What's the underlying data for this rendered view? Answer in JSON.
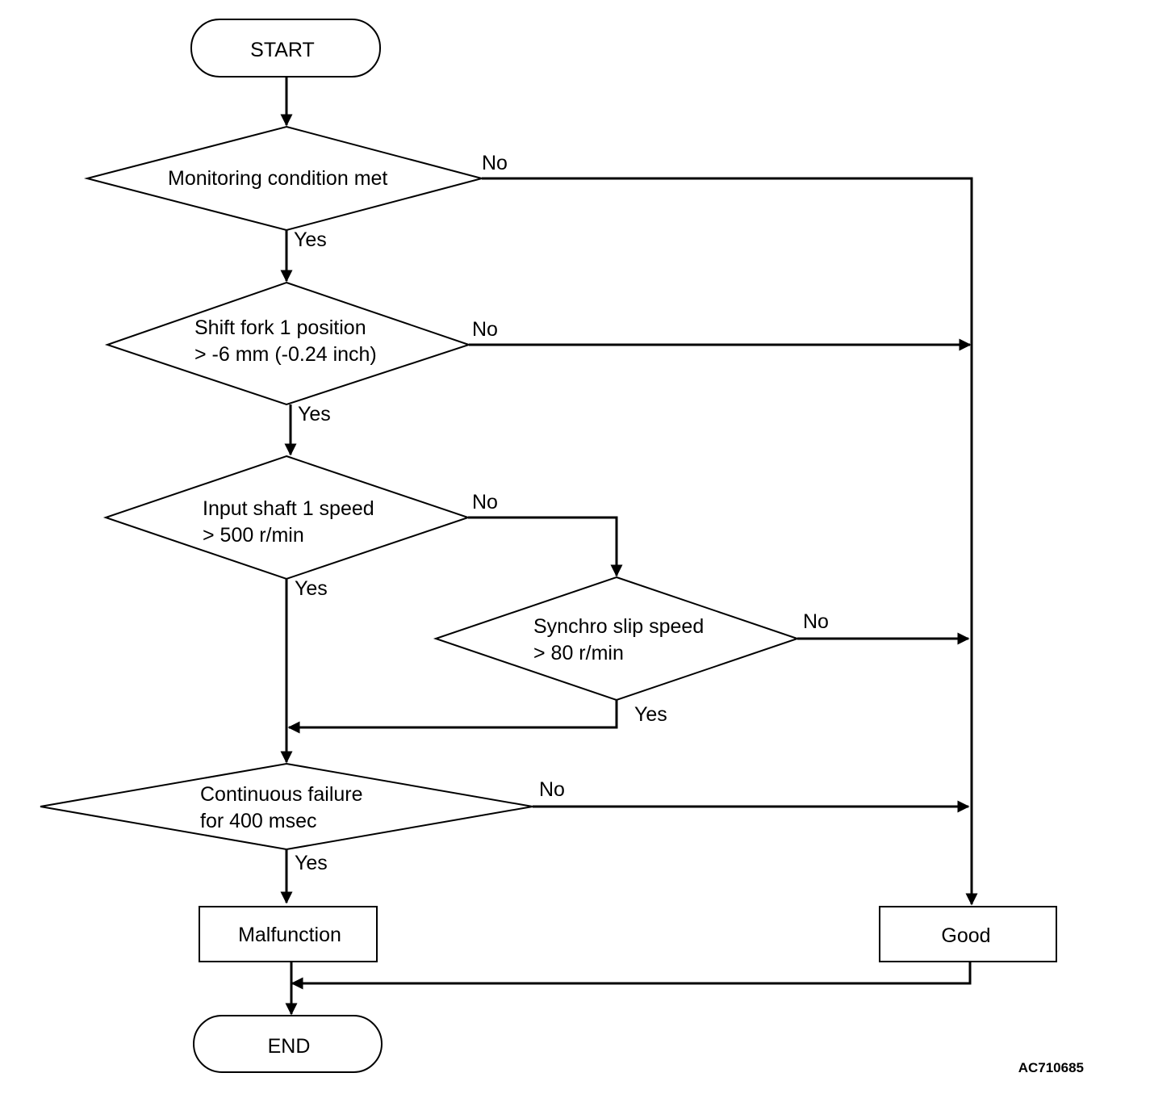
{
  "nodes": {
    "start": "START",
    "d1": [
      "Monitoring condition met"
    ],
    "d2": [
      "Shift fork 1 position",
      "> -6 mm (-0.24 inch)"
    ],
    "d3": [
      "Input shaft 1 speed",
      "> 500 r/min"
    ],
    "d4": [
      "Synchro slip speed",
      "> 80 r/min"
    ],
    "d5": [
      "Continuous failure",
      "for 400 msec"
    ],
    "malfunction": "Malfunction",
    "good": "Good",
    "end": "END"
  },
  "branches": {
    "yes": "Yes",
    "no": "No"
  },
  "reference_code": "AC710685"
}
